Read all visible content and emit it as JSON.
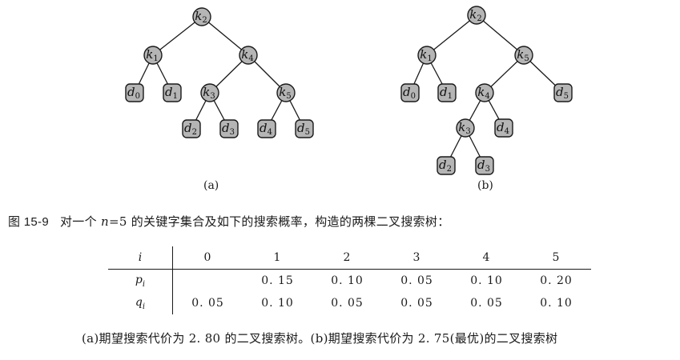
{
  "trees": {
    "a": {
      "caption": "(a)",
      "nodes": [
        {
          "id": "k2",
          "type": "key",
          "main": "k",
          "sub": "2"
        },
        {
          "id": "k1",
          "type": "key",
          "main": "k",
          "sub": "1"
        },
        {
          "id": "k4",
          "type": "key",
          "main": "k",
          "sub": "4"
        },
        {
          "id": "d0",
          "type": "dummy",
          "main": "d",
          "sub": "0"
        },
        {
          "id": "d1",
          "type": "dummy",
          "main": "d",
          "sub": "1"
        },
        {
          "id": "k3",
          "type": "key",
          "main": "k",
          "sub": "3"
        },
        {
          "id": "k5",
          "type": "key",
          "main": "k",
          "sub": "5"
        },
        {
          "id": "d2",
          "type": "dummy",
          "main": "d",
          "sub": "2"
        },
        {
          "id": "d3",
          "type": "dummy",
          "main": "d",
          "sub": "3"
        },
        {
          "id": "d4",
          "type": "dummy",
          "main": "d",
          "sub": "4"
        },
        {
          "id": "d5",
          "type": "dummy",
          "main": "d",
          "sub": "5"
        }
      ],
      "edges": [
        [
          "k2",
          "k1"
        ],
        [
          "k2",
          "k4"
        ],
        [
          "k1",
          "d0"
        ],
        [
          "k1",
          "d1"
        ],
        [
          "k4",
          "k3"
        ],
        [
          "k4",
          "k5"
        ],
        [
          "k3",
          "d2"
        ],
        [
          "k3",
          "d3"
        ],
        [
          "k5",
          "d4"
        ],
        [
          "k5",
          "d5"
        ]
      ]
    },
    "b": {
      "caption": "(b)",
      "nodes": [
        {
          "id": "k2",
          "type": "key",
          "main": "k",
          "sub": "2"
        },
        {
          "id": "k1",
          "type": "key",
          "main": "k",
          "sub": "1"
        },
        {
          "id": "k5",
          "type": "key",
          "main": "k",
          "sub": "5"
        },
        {
          "id": "d0",
          "type": "dummy",
          "main": "d",
          "sub": "0"
        },
        {
          "id": "d1",
          "type": "dummy",
          "main": "d",
          "sub": "1"
        },
        {
          "id": "k4",
          "type": "key",
          "main": "k",
          "sub": "4"
        },
        {
          "id": "d5",
          "type": "dummy",
          "main": "d",
          "sub": "5"
        },
        {
          "id": "k3",
          "type": "key",
          "main": "k",
          "sub": "3"
        },
        {
          "id": "d4",
          "type": "dummy",
          "main": "d",
          "sub": "4"
        },
        {
          "id": "d2",
          "type": "dummy",
          "main": "d",
          "sub": "2"
        },
        {
          "id": "d3",
          "type": "dummy",
          "main": "d",
          "sub": "3"
        }
      ],
      "edges": [
        [
          "k2",
          "k1"
        ],
        [
          "k2",
          "k5"
        ],
        [
          "k1",
          "d0"
        ],
        [
          "k1",
          "d1"
        ],
        [
          "k5",
          "k4"
        ],
        [
          "k5",
          "d5"
        ],
        [
          "k4",
          "k3"
        ],
        [
          "k4",
          "d4"
        ],
        [
          "k3",
          "d2"
        ],
        [
          "k3",
          "d3"
        ]
      ]
    }
  },
  "figure_caption": {
    "number": "图 15-9",
    "text_before": "对一个",
    "var": "n",
    "text_after": "=5 的关键字集合及如下的搜索概率，构造的两棵二叉搜索树："
  },
  "table": {
    "row_header_i": "i",
    "row_header_p": "p",
    "row_header_q": "q",
    "row_header_sub": "i",
    "columns": [
      "0",
      "1",
      "2",
      "3",
      "4",
      "5"
    ],
    "p": [
      "",
      "0. 15",
      "0. 10",
      "0. 05",
      "0. 10",
      "0. 20"
    ],
    "q": [
      "0. 05",
      "0. 10",
      "0. 05",
      "0. 05",
      "0. 05",
      "0. 10"
    ]
  },
  "note": "(a)期望搜索代价为 2. 80 的二叉搜索树。(b)期望搜索代价为 2. 75(最优)的二叉搜索树"
}
